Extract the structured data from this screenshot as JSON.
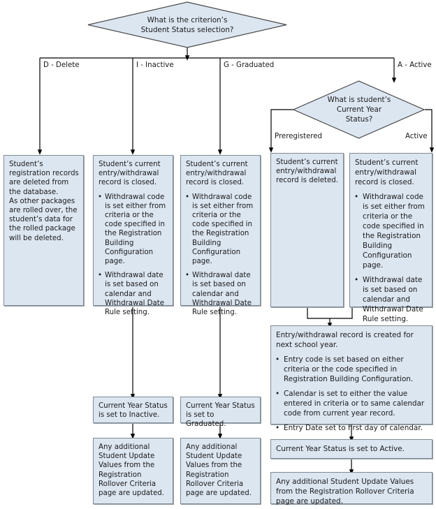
{
  "diagram": {
    "title": "Student Status Rollover Decision Flowchart",
    "colors": {
      "node_fill": "#dce6f1",
      "node_border": "#7f8a94",
      "line": "#000000",
      "text": "#1a1a1a",
      "background": "#ffffff"
    }
  },
  "decisions": {
    "root": {
      "line1": "What is the criterion’s",
      "line2": "Student Status selection?"
    },
    "current_year": {
      "line1": "What is student’s",
      "line2": "Current Year",
      "line3": "Status?"
    }
  },
  "branch_labels": {
    "delete": "D - Delete",
    "inactive": "I - Inactive",
    "graduated": "G - Graduated",
    "active": "A - Active",
    "preregistered": "Preregistered",
    "active_cy": "Active"
  },
  "nodes": {
    "delete_box": {
      "text": "Student’s registration records are deleted from the database.\nAs other packages are rolled over, the student’s data for the rolled package will be deleted."
    },
    "inactive_box": {
      "intro": "Student’s current entry/withdrawal record is closed.",
      "bullets": [
        "Withdrawal code is set either from criteria or the code specified in the Registration Building Configuration page.",
        "Withdrawal date is set based on calendar and Withdrawal Date Rule setting."
      ]
    },
    "graduated_box": {
      "intro": "Student’s current entry/withdrawal record is closed.",
      "bullets": [
        "Withdrawal code is set either from criteria or the code specified in the Registration Building Configuration page.",
        "Withdrawal date is set based on calendar and Withdrawal Date Rule setting."
      ]
    },
    "prereg_box": {
      "text": "Student’s current entry/withdrawal record is deleted."
    },
    "active_box": {
      "intro": "Student’s current entry/withdrawal record is closed.",
      "bullets": [
        "Withdrawal code is set either from criteria or the code specified in the Registration Building Configuration page.",
        "Withdrawal date is set based on calendar and Withdrawal Date Rule setting."
      ]
    },
    "create_record_box": {
      "intro": "Entry/withdrawal record is created for next school year.",
      "bullets": [
        "Entry code is set based on either criteria or the code specified in Registration Building Configuration.",
        "Calendar is set to either the value entered in criteria or to same calendar code from current year record.",
        "Entry Date set to first day of calendar."
      ]
    },
    "status_inactive_box": {
      "text": "Current Year Status is set to Inactive."
    },
    "status_graduated_box": {
      "text": "Current Year Status is set to Graduated."
    },
    "status_active_box": {
      "text": "Current Year Status is set to Active."
    },
    "update_inactive_box": {
      "text": "Any additional Student Update Values from the Registration Rollover Criteria page are updated."
    },
    "update_graduated_box": {
      "text": "Any additional Student Update Values from the Registration Rollover Criteria page are updated."
    },
    "update_active_box": {
      "text": "Any additional Student Update Values from the Registration Rollover Criteria page are updated."
    }
  }
}
